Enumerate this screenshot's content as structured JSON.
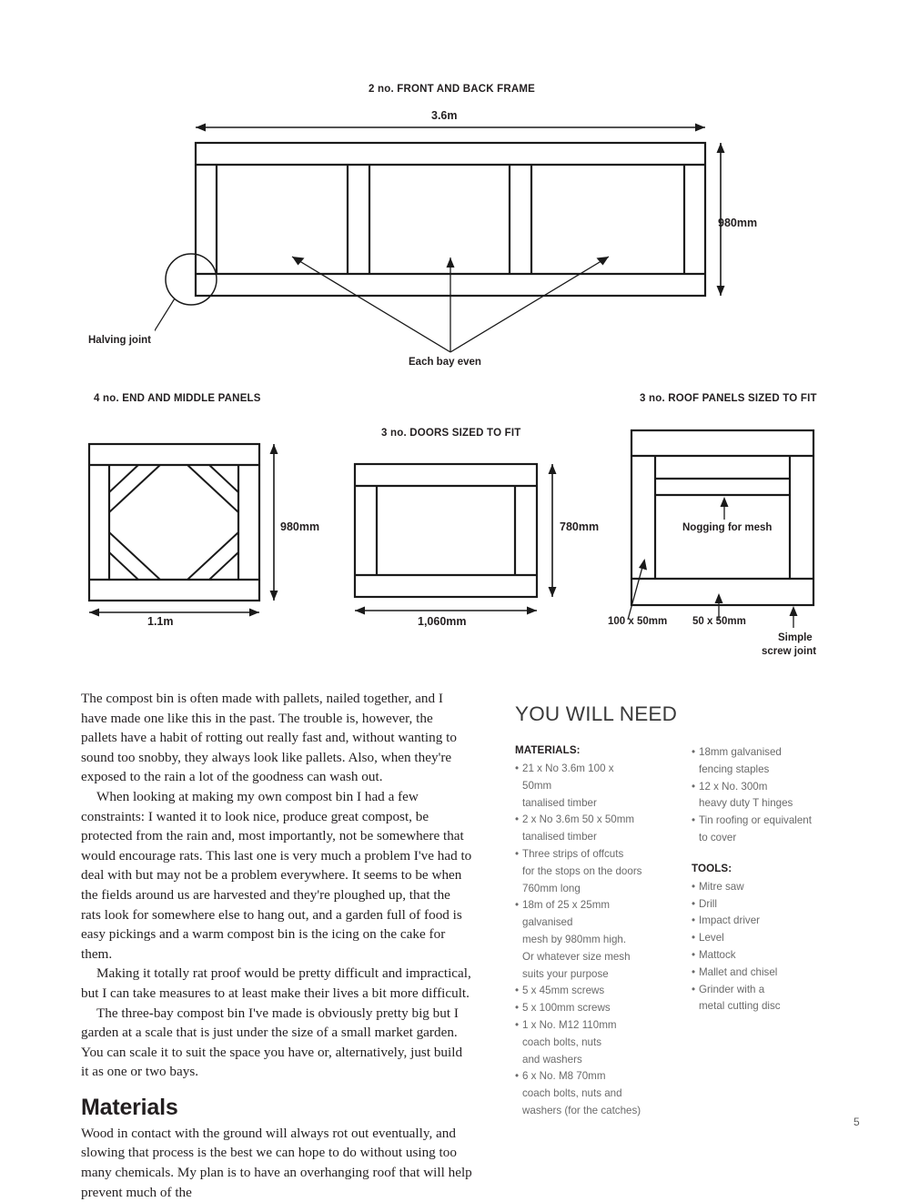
{
  "diagrams": {
    "front_back": {
      "caption": "2 no. FRONT AND BACK FRAME",
      "width_dim": "3.6m",
      "height_dim": "980mm",
      "callout_joint": "Halving joint",
      "callout_bays": "Each bay even"
    },
    "end_middle": {
      "caption": "4 no. END AND MIDDLE PANELS",
      "height_dim": "980mm",
      "width_dim": "1.1m"
    },
    "doors": {
      "caption": "3 no. DOORS SIZED TO FIT",
      "height_dim": "780mm",
      "width_dim": "1,060mm"
    },
    "roof": {
      "caption": "3 no. ROOF PANELS SIZED TO FIT",
      "nogging_label": "Nogging for mesh",
      "label_100x50": "100 x 50mm",
      "label_50x50": "50 x 50mm",
      "label_screw_1": "Simple",
      "label_screw_2": "screw joint"
    }
  },
  "body": {
    "para1": "The compost bin is often made with pallets, nailed together, and I have made one like this in the past. The trouble is, however, the pallets have a habit of rotting out really fast and, without wanting to sound too snobby, they always look like pallets. Also, when they're exposed to the rain a lot of the goodness can wash out.",
    "para2": "When looking at making my own compost bin I had a few constraints: I wanted it to look nice, produce great compost, be protected from the rain and, most importantly, not be somewhere that would encourage rats. This last one is very much a problem I've had to deal with but may not be a problem everywhere. It seems to be when the fields around us are harvested and they're ploughed up, that the rats look for somewhere else to hang out, and a garden full of food is easy pickings and a warm compost bin is the icing on the cake for them.",
    "para3": "Making it totally rat proof would be pretty difficult and impractical, but I can take measures to at least make their lives a bit more difficult.",
    "para4": "The three-bay compost bin I've made is obviously pretty big but I garden at a scale that is just under the size of a small market garden. You can scale it to suit the space you have or, alternatively, just build it as one or two bays.",
    "materials_heading": "Materials",
    "para5": "Wood in contact with the ground will always rot out eventually, and slowing that process is the best we can hope to do without using too many chemicals. My plan is to have an overhanging roof that will help prevent much of the"
  },
  "you_will_need": {
    "title": "YOU WILL NEED",
    "materials_label": "MATERIALS:",
    "tools_label": "TOOLS:",
    "materials_col1": [
      [
        "21 x No 3.6m 100 x 50mm",
        "tanalised timber"
      ],
      [
        "2 x No 3.6m 50 x 50mm",
        "tanalised timber"
      ],
      [
        "Three strips of offcuts",
        "for the stops on the doors",
        "760mm long"
      ],
      [
        "18m of 25 x 25mm galvanised",
        "mesh by 980mm high.",
        "Or whatever size mesh",
        "suits your purpose"
      ],
      [
        "5 x 45mm screws"
      ],
      [
        "5 x 100mm screws"
      ],
      [
        "1 x No. M12 110mm",
        "coach bolts, nuts",
        "and washers"
      ],
      [
        "6 x No. M8 70mm",
        "coach bolts, nuts and",
        "washers (for the catches)"
      ]
    ],
    "materials_col2": [
      [
        "18mm galvanised",
        "fencing staples"
      ],
      [
        "12 x No. 300m",
        "heavy duty T hinges"
      ],
      [
        "Tin roofing or equivalent",
        "to cover"
      ]
    ],
    "tools": [
      [
        "Mitre saw"
      ],
      [
        "Drill"
      ],
      [
        "Impact driver"
      ],
      [
        "Level"
      ],
      [
        "Mattock"
      ],
      [
        "Mallet and chisel"
      ],
      [
        "Grinder with a",
        "metal cutting disc"
      ]
    ]
  },
  "footer": {
    "page_number": "5"
  },
  "colors": {
    "ink": "#231f20",
    "muted": "#6a6a6a",
    "rule": "#1a1a1a"
  }
}
